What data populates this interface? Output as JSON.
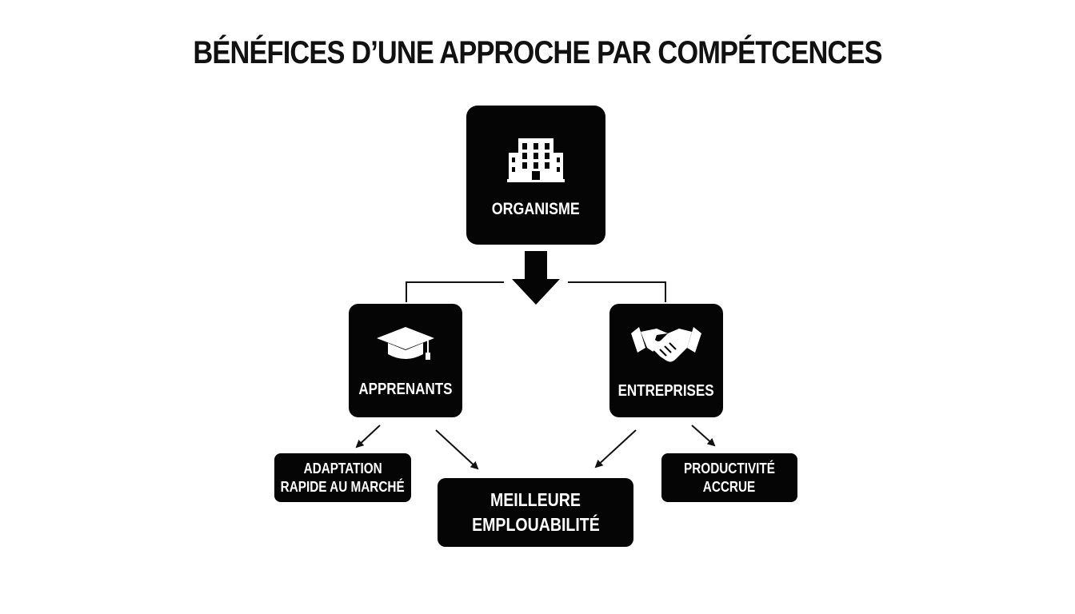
{
  "title": "BÉNÉFICES D’UNE APPROCHE PAR COMPÉTCENCES",
  "nodes": {
    "organisme": {
      "label": "ORGANISME",
      "icon": "building-icon"
    },
    "apprenants": {
      "label": "APPRENANTS",
      "icon": "graduation-cap-icon"
    },
    "entreprises": {
      "label": "ENTREPRISES",
      "icon": "handshake-icon"
    },
    "adaptation": {
      "line1": "ADAPTATION",
      "line2": "RAPIDE AU MARCHÉ"
    },
    "employabilite": {
      "line1": "MEILLEURE",
      "line2": "EMPLOUABILITÉ"
    },
    "productivite": {
      "line1": "PRODUCTIVITÉ",
      "line2": "ACCRUE"
    }
  },
  "colors": {
    "box": "#050505",
    "text": "#ffffff",
    "line": "#111111"
  }
}
